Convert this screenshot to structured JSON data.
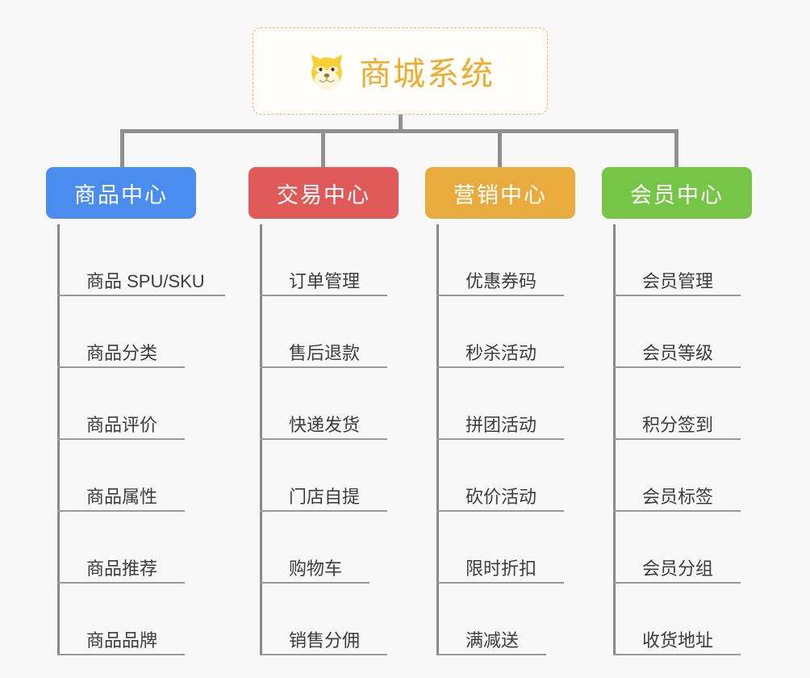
{
  "page": {
    "background_color": "#f8f8f8",
    "type": "organization-chart"
  },
  "root": {
    "title": "商城系统",
    "icon": "dog-face-icon",
    "icon_emoji": "🐶",
    "text_color": "#eeac2d",
    "border_color": "#e8b95f",
    "background_color": "#fffefb"
  },
  "columns": [
    {
      "title": "商品中心",
      "color": "#4a8cf0",
      "name": "product-center",
      "items": [
        "商品 SPU/SKU",
        "商品分类",
        "商品评价",
        "商品属性",
        "商品推荐",
        "商品品牌"
      ]
    },
    {
      "title": "交易中心",
      "color": "#e05a5a",
      "name": "trade-center",
      "items": [
        "订单管理",
        "售后退款",
        "快递发货",
        "门店自提",
        "购物车",
        "销售分佣"
      ]
    },
    {
      "title": "营销中心",
      "color": "#e9ab3d",
      "name": "marketing-center",
      "items": [
        "优惠券码",
        "秒杀活动",
        "拼团活动",
        "砍价活动",
        "限时折扣",
        "满减送"
      ]
    },
    {
      "title": "会员中心",
      "color": "#76c547",
      "name": "member-center",
      "items": [
        "会员管理",
        "会员等级",
        "积分签到",
        "会员标签",
        "会员分组",
        "收货地址"
      ]
    }
  ],
  "connectors": {
    "line_color": "#909090",
    "underline_color": "#9a9a9a"
  }
}
